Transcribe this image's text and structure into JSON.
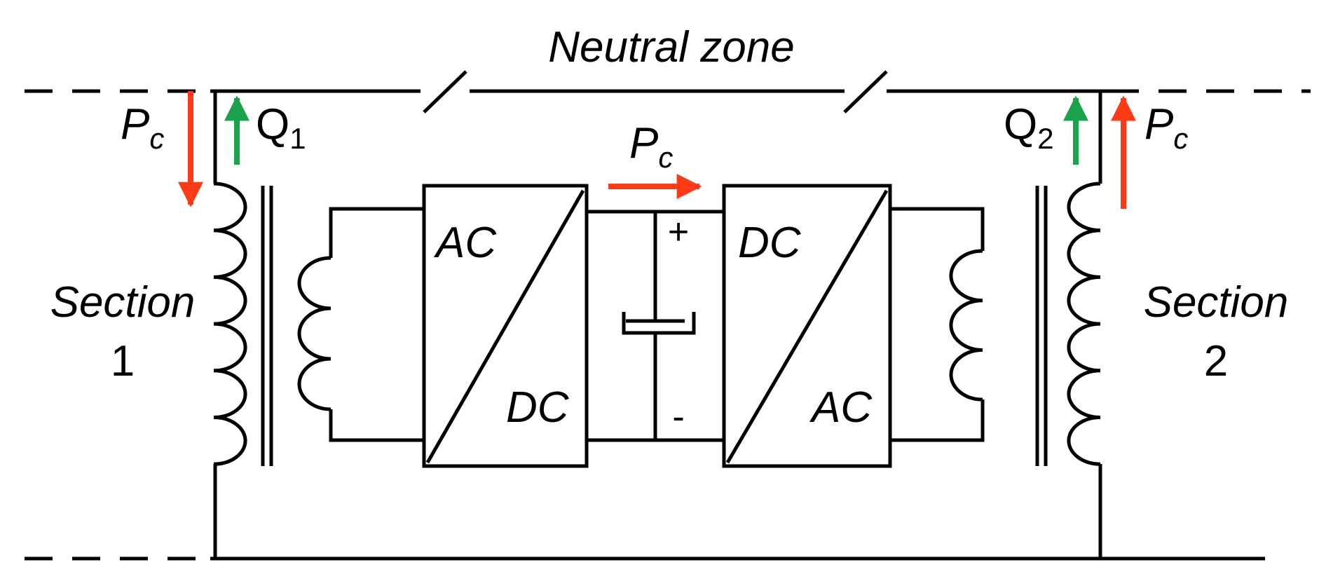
{
  "colors": {
    "line": "#000000",
    "active_power_arrow": "#ff3a17",
    "reactive_power_arrow": "#1aa34a",
    "background": "#ffffff"
  },
  "labels": {
    "neutral_zone": "Neutral zone",
    "pc_left": {
      "main": "P",
      "sub": "c"
    },
    "q1": {
      "main": "Q",
      "sub": "1"
    },
    "pc_center": {
      "main": "P",
      "sub": "c"
    },
    "q2": {
      "main": "Q",
      "sub": "2"
    },
    "pc_right": {
      "main": "P",
      "sub": "c"
    },
    "section1": {
      "line1": "Section",
      "line2": "1"
    },
    "section2": {
      "line1": "Section",
      "line2": "2"
    },
    "converter1": {
      "top": "AC",
      "bottom": "DC"
    },
    "converter2": {
      "top": "DC",
      "bottom": "AC"
    },
    "dc_plus": "+",
    "dc_minus": "-"
  }
}
